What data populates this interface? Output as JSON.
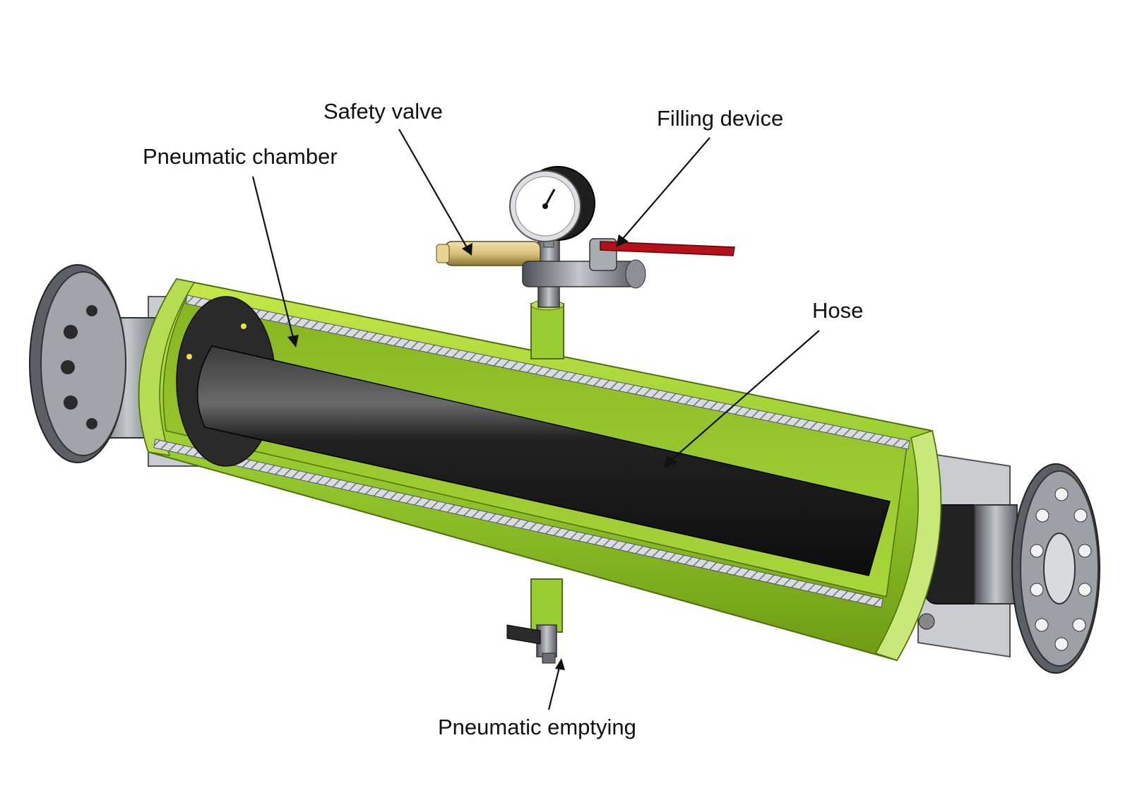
{
  "labels": {
    "safety_valve": "Safety valve",
    "filling_device": "Filling device",
    "pneumatic_chamber": "Pneumatic chamber",
    "hose": "Hose",
    "pneumatic_emptying": "Pneumatic emptying"
  },
  "colors": {
    "chamber_green": "#9acd32",
    "chamber_green_dark": "#6d9a12",
    "chamber_green_light": "#d4f06a",
    "hose_black": "#1c1c1c",
    "steel": "#a8adb3",
    "steel_dark": "#4b4f55",
    "brass": "#d9c27a",
    "handle_red": "#b8101a"
  }
}
